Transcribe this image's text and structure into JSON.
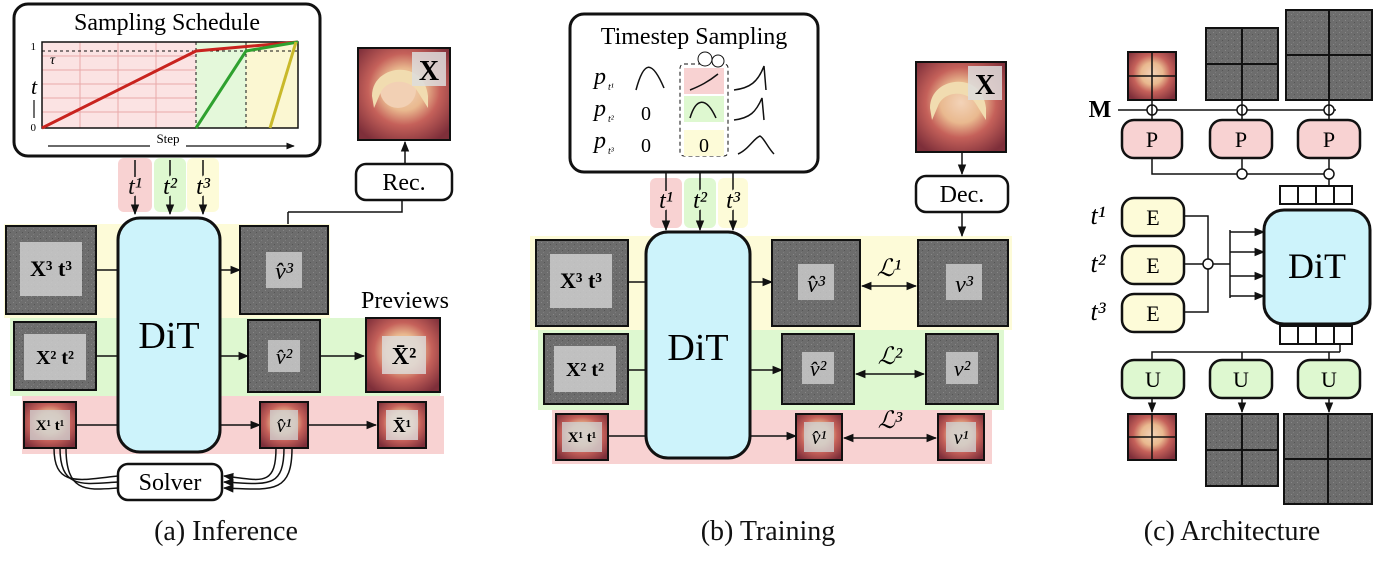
{
  "panels": {
    "inference": {
      "caption": "(a) Inference",
      "schedule_title": "Sampling Schedule",
      "axis_t": "t",
      "axis_step": "Step",
      "tau": "τ",
      "tick_one": "1",
      "tick_zero": "0",
      "t_labels": [
        "t¹",
        "t²",
        "t³"
      ],
      "rec_label": "Rec.",
      "image_label": "X",
      "inputs": [
        "X³ t³",
        "X² t²",
        "X¹ t¹"
      ],
      "model_label": "DiT",
      "outputs": [
        "v̂³",
        "v̂²",
        "v̂¹"
      ],
      "previews_label": "Previews",
      "preview_labels": [
        "X̄²",
        "X̄¹"
      ],
      "solver_label": "Solver",
      "colors": {
        "row3": "#fdfbd8",
        "row2": "#def8d0",
        "row1": "#f8d2d2",
        "dit": "#cdf3fb",
        "red": "#c8231e",
        "green": "#2fa12f",
        "yellow": "#c9b92b"
      }
    },
    "training": {
      "caption": "(b) Training",
      "sampling_title": "Timestep Sampling",
      "p_labels": [
        "p",
        "p",
        "p"
      ],
      "p_subs": [
        "t¹",
        "t²",
        "t³"
      ],
      "zero": "0",
      "t_labels": [
        "t¹",
        "t²",
        "t³"
      ],
      "dec_label": "Dec.",
      "image_label": "X",
      "inputs": [
        "X³ t³",
        "X² t²",
        "X¹ t¹"
      ],
      "model_label": "DiT",
      "outputs": [
        "v̂³",
        "v̂²",
        "v̂¹"
      ],
      "losses": [
        "ℒ¹",
        "ℒ²",
        "ℒ³"
      ],
      "targets": [
        "v³",
        "v²",
        "v¹"
      ]
    },
    "architecture": {
      "caption": "(c) Architecture",
      "mask_label": "M",
      "patch_label": "P",
      "embed_label": "E",
      "t_labels": [
        "t¹",
        "t²",
        "t³"
      ],
      "model_label": "DiT",
      "unpatch_label": "U"
    }
  }
}
